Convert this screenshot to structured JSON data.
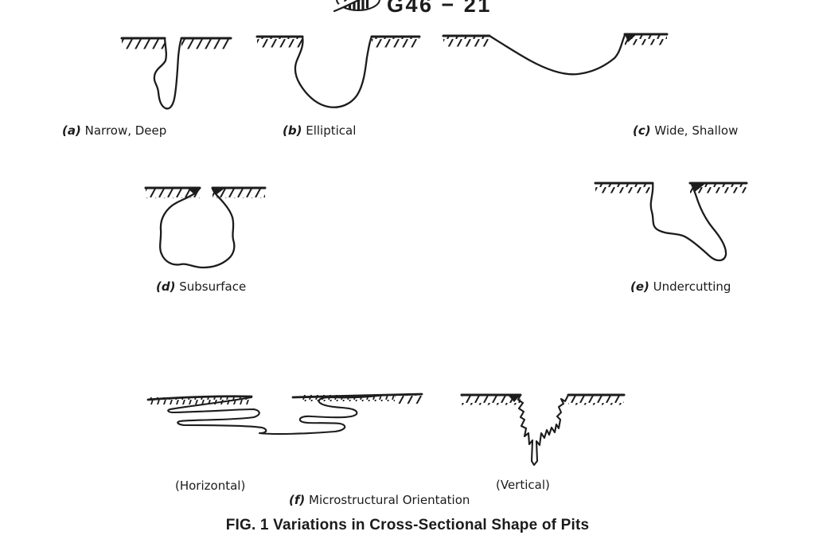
{
  "page": {
    "background": "#ffffff",
    "ink": "#1c1c1c"
  },
  "header": {
    "standard_code": "G46 − 21"
  },
  "figure": {
    "caption": "FIG. 1 Variations in Cross-Sectional Shape of Pits",
    "panels": [
      {
        "id": "(a)",
        "name": "Narrow, Deep"
      },
      {
        "id": "(b)",
        "name": "Elliptical"
      },
      {
        "id": "(c)",
        "name": "Wide, Shallow"
      },
      {
        "id": "(d)",
        "name": "Subsurface"
      },
      {
        "id": "(e)",
        "name": "Undercutting"
      },
      {
        "id": "(f)",
        "name": "Microstructural Orientation"
      }
    ],
    "orientation_sublabels": {
      "horizontal": "(Horizontal)",
      "vertical": "(Vertical)"
    }
  }
}
